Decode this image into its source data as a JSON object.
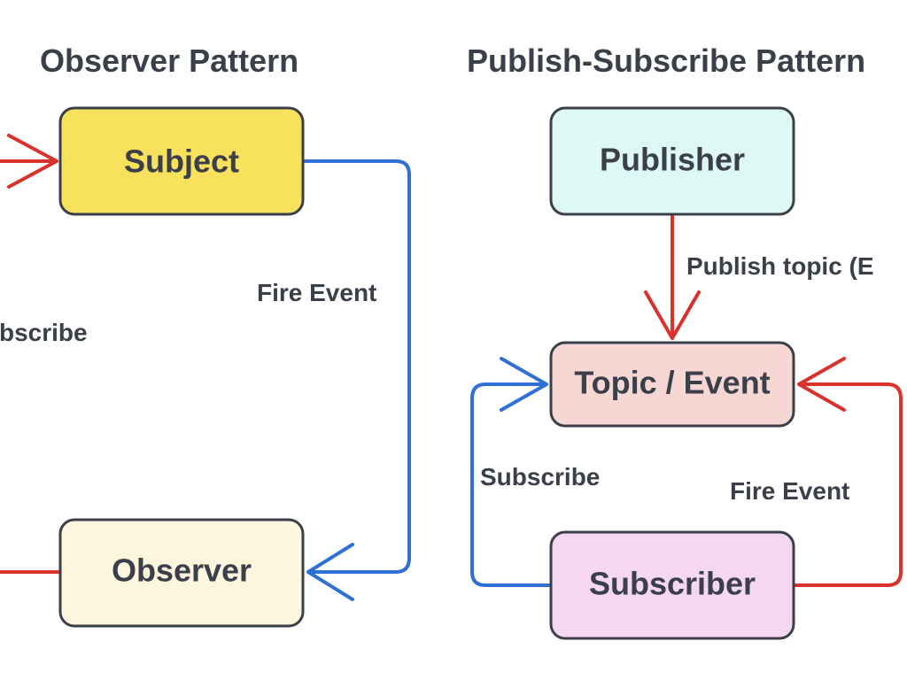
{
  "observer": {
    "title": "Observer Pattern",
    "subject_label": "Subject",
    "observer_label": "Observer",
    "fire_event_label": "Fire Event",
    "subscribe_label": "bscribe"
  },
  "pubsub": {
    "title": "Publish-Subscribe Pattern",
    "publisher_label": "Publisher",
    "topic_label": "Topic / Event",
    "subscriber_label": "Subscriber",
    "publish_label": "Publish topic (E",
    "subscribe_label": "Subscribe",
    "fire_event_label": "Fire Event"
  },
  "colors": {
    "subject_fill": "#f8e15d",
    "observer_fill": "#fdf5dd",
    "publisher_fill": "#def8f3",
    "topic_fill": "#f7d7d4",
    "subscriber_fill": "#f6d7f1",
    "box_stroke": "#3a3f4a",
    "blue_arrow": "#2f6fd6",
    "red_arrow": "#d9312c"
  }
}
